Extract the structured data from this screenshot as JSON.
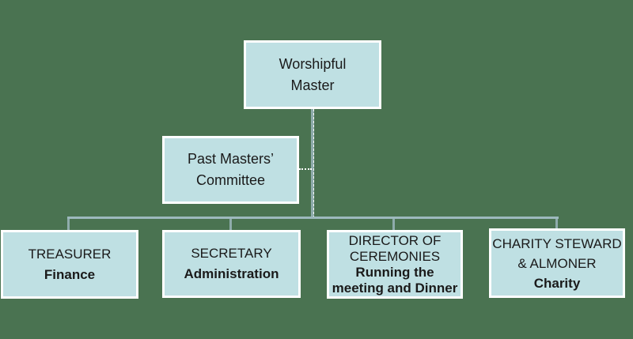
{
  "colors": {
    "background": "#4A7351",
    "node_fill": "#BFE0E3",
    "node_border": "#FFFFFF",
    "connector_horizontal": "#9DB9BD",
    "connector_vertical": "#8FACAC",
    "dotted_connector": "#FFFFFF",
    "text": "#1A1A1A"
  },
  "nodes": {
    "worshipful_master": {
      "label": "Worshipful\nMaster"
    },
    "past_masters_committee": {
      "label": "Past Masters’\nCommittee"
    },
    "treasurer": {
      "label": "TREASURER",
      "role": "Finance"
    },
    "secretary": {
      "label": "SECRETARY",
      "role": "Administration"
    },
    "director_of_ceremonies": {
      "label": "DIRECTOR OF\nCEREMONIES",
      "role": "Running the\nmeeting and Dinner"
    },
    "charity_steward": {
      "label": "CHARITY STEWARD\n& ALMONER",
      "role": "Charity"
    }
  }
}
